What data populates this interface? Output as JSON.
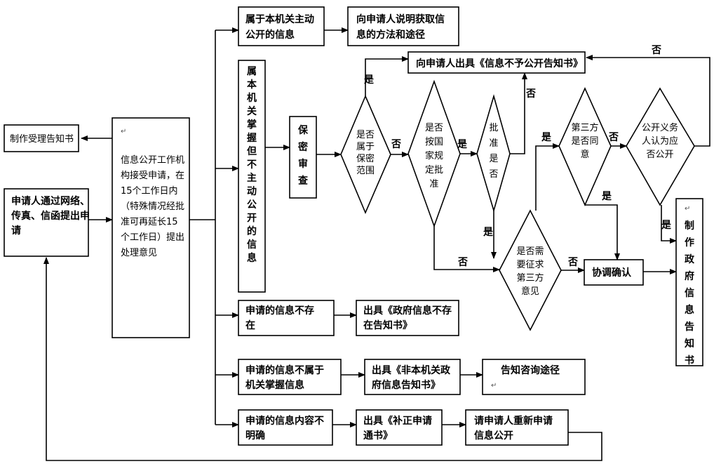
{
  "nodes": {
    "submit": "申请人通过网络、传真、信函提出申请",
    "receipt_notice": "制作受理告知书",
    "agency_accept": "信息公开工作机构接受申请，在15个工作日内（特殊情况经批准可再延长15个工作日）提出处理意见",
    "active_public": "属于本机关主动公开的信息",
    "explain_method": "向申请人说明获取信息的方法和途径",
    "held_not_active": "属本机关掌握但不主动公开的信息",
    "secrecy_review": "保密审查",
    "is_secret": "是否属于保密范围",
    "law_approval": "是否按国家规定批准",
    "approve": "批准是否",
    "nondisclosure_notice": "向申请人出具《信息不予公开告知书》",
    "third_party_opinion": "是否需要征求第三方意见",
    "third_party_agree": "第三方是否同意",
    "obligor_public": "公开义务人认为应否公开",
    "coordinate": "协调确认",
    "make_gov_notice": "制作政府信息告知书",
    "not_exist": "申请的信息不存在",
    "not_exist_notice": "出具《政府信息不存在告知书》",
    "not_agency": "申请的信息不属于机关掌握信息",
    "not_agency_notice": "出具《非本机关政府信息告知书》",
    "consult_route": "告知咨询途径",
    "unclear": "申请的信息内容不明确",
    "correction_notice": "出具《补正申请通书》",
    "reapply": "请申请人重新申请信息公开"
  },
  "labels": {
    "yes": "是",
    "no": "否"
  }
}
